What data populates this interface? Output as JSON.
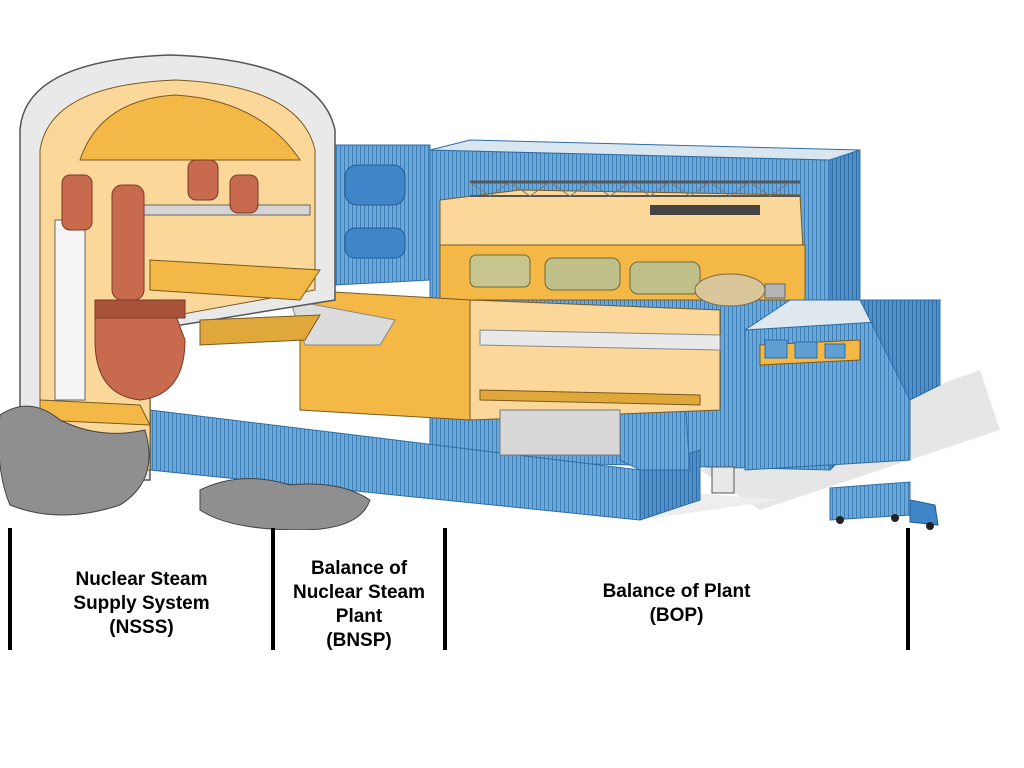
{
  "colors": {
    "containment_wall": "#e9e9e9",
    "interior_yellow": "#f3b845",
    "interior_light": "#fbd79a",
    "building_blue": "#5f9fd4",
    "building_blue_dark": "#3d7db6",
    "steam_generator": "#c86a4e",
    "rock": "#8f8f8f",
    "divider": "#000000"
  },
  "illustration": {
    "icons": [
      "containment-dome-icon",
      "steam-generator-icon",
      "reactor-vessel-icon",
      "turbine-generator-icon",
      "transformer-icon",
      "truck-icon"
    ]
  },
  "sections": [
    {
      "label": "Nuclear Steam\nSupply System\n(NSSS)"
    },
    {
      "label": "Balance of\nNuclear Steam\nPlant\n(BNSP)"
    },
    {
      "label": "Balance of Plant\n(BOP)"
    }
  ]
}
